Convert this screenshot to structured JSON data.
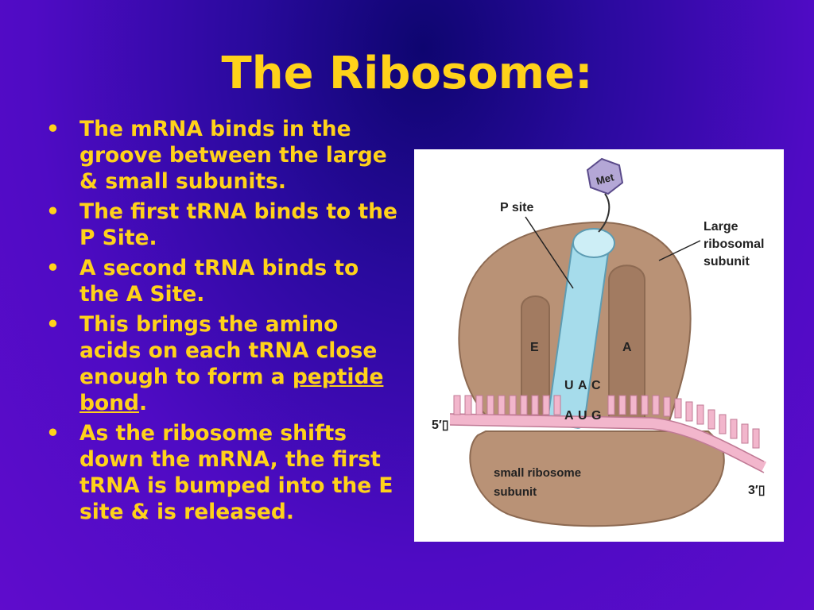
{
  "slide": {
    "title": "The Ribosome:",
    "bullets": [
      {
        "text": "The mRNA binds in the groove between the large & small subunits."
      },
      {
        "text": "The first tRNA binds to the P Site."
      },
      {
        "text": "A second tRNA binds to the A Site."
      },
      {
        "text_before": "This brings the amino acids on each tRNA close enough to form a ",
        "link": "peptide bond",
        "text_after": "."
      },
      {
        "text": "As the ribosome shifts down the mRNA, the first tRNA is bumped into the E site & is released."
      }
    ]
  },
  "figure": {
    "labels": {
      "met": "Met",
      "p_site": "P site",
      "large_subunit_1": "Large",
      "large_subunit_2": "ribosomal",
      "large_subunit_3": "subunit",
      "e_site": "E",
      "a_site": "A",
      "anticodon": [
        "U",
        "A",
        "C"
      ],
      "codon": [
        "A",
        "U",
        "G"
      ],
      "five_prime": "5′▯",
      "three_prime": "3′▯",
      "small_subunit_1": "small ribosome",
      "small_subunit_2": "subunit"
    },
    "colors": {
      "ribosome": "#b99276",
      "ribosome_dark": "#8d6a52",
      "trna": "#a6dceb",
      "mrna": "#f2b6cc"
    }
  }
}
